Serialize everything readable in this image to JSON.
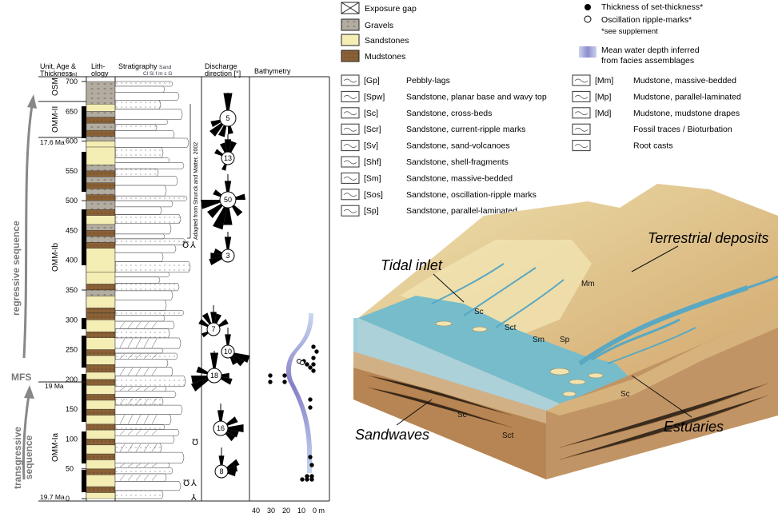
{
  "seq": {
    "regressive": "regressive sequence",
    "mfs": "MFS",
    "transgressive": "transgressive sequence"
  },
  "headers": {
    "unit1": "Unit, Age &",
    "unit2": "Thickness",
    "unit_m": "[m]",
    "lith1": "Lith-",
    "lith2": "ology",
    "strat": "Stratigraphy",
    "grain_top": "Sand",
    "grain_bot": "Cl Si f m c G",
    "dis1": "Discharge",
    "dis2": "direction [°]",
    "bathy": "Bathymetry"
  },
  "depth_ticks": [
    "700",
    "650",
    "600",
    "550",
    "500",
    "450",
    "400",
    "350",
    "300",
    "250",
    "200",
    "150",
    "100",
    "50",
    "0"
  ],
  "ages": [
    "17.6 Ma",
    "19 Ma",
    "19.7 Ma"
  ],
  "units": [
    "OSM",
    "OMM-II",
    "OMM-Ib",
    "OMM-Ia"
  ],
  "adapted": "Adapted from Strunck and Matter, 2002",
  "rose_counts": [
    "5",
    "13",
    "50",
    "3",
    "7",
    "10",
    "18",
    "16",
    "8"
  ],
  "bathy_ticks": [
    "40",
    "30",
    "20",
    "10",
    "0 m"
  ],
  "legend_top": {
    "exposure": "Exposure gap",
    "gravels": "Gravels",
    "sandstones": "Sandstones",
    "mudstones": "Mudstones"
  },
  "legend_right": {
    "thickness": "Thickness of set-thickness*",
    "oscillation": "Oscillation ripple-marks*",
    "supp": "*see supplement",
    "water1": "Mean water depth inferred",
    "water2": "from facies assemblages"
  },
  "facies_left": [
    {
      "code": "[Gp]",
      "label": "Pebbly-lags"
    },
    {
      "code": "[Spw]",
      "label": "Sandstone, planar base and wavy top"
    },
    {
      "code": "[Sc]",
      "label": "Sandstone, cross-beds"
    },
    {
      "code": "[Scr]",
      "label": "Sandstone, current-ripple marks"
    },
    {
      "code": "[Sv]",
      "label": "Sandstone, sand-volcanoes"
    },
    {
      "code": "[Shf]",
      "label": "Sandstone, shell-fragments"
    },
    {
      "code": "[Sm]",
      "label": "Sandstone, massive-bedded"
    },
    {
      "code": "[Sos]",
      "label": "Sandstone, oscillation-ripple marks"
    },
    {
      "code": "[Sp]",
      "label": "Sandstone, parallel-laminated"
    }
  ],
  "facies_right": [
    {
      "code": "[Mm]",
      "label": "Mudstone, massive-bedded"
    },
    {
      "code": "[Mp]",
      "label": "Mudstone, parallel-laminated"
    },
    {
      "code": "[Md]",
      "label": "Mudstone, mudstone drapes"
    },
    {
      "code": "",
      "label": "Fossil traces / Bioturbation"
    },
    {
      "code": "",
      "label": "Root casts"
    }
  ],
  "block": {
    "terrestrial": "Terrestrial deposits",
    "tidal": "Tidal inlet",
    "sandwaves": "Sandwaves",
    "estuaries": "Estuaries",
    "mm": "Mm",
    "sc1": "Sc",
    "sct1": "Sct",
    "sm": "Sm",
    "sp": "Sp",
    "sc2": "Sc",
    "sc3": "Sc",
    "sct2": "Sct"
  },
  "colors": {
    "sand": "#f4eeb4",
    "mud": "#8a6136",
    "gravel": "#b3aca0",
    "water": "#76bccb",
    "terrain": "#d8b57c"
  }
}
